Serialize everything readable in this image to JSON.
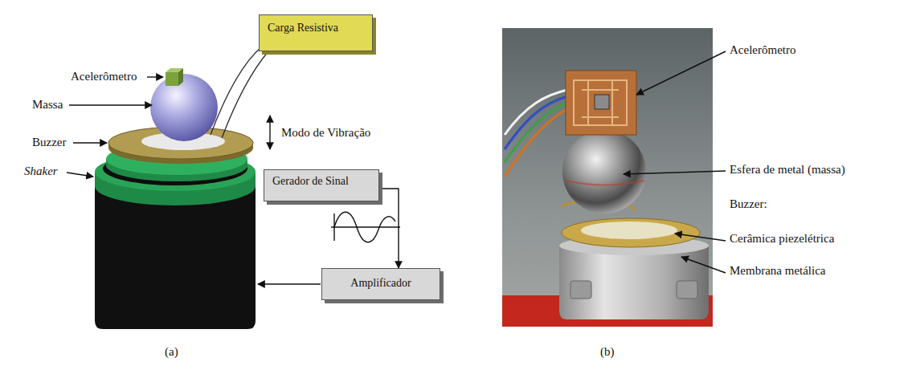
{
  "diagram": {
    "nodes": [
      {
        "text": [
          "Carga Resistiva"
        ]
      },
      {
        "text": [
          "Gerador de Sinal"
        ]
      },
      {
        "text": [
          "Amplificador"
        ]
      }
    ],
    "edges": [
      {
        "from": 1,
        "to": 2,
        "arrow": "to"
      }
    ],
    "labels": [
      "Acelerômetro",
      "Massa",
      "Buzzer",
      "Shaker",
      "Modo de Vibração",
      "(a)",
      "Acelerômetro",
      "Esfera de metal (massa)",
      "Buzzer:",
      "Cerâmica piezelétrica",
      "Membrana metálica",
      "(b)"
    ]
  }
}
